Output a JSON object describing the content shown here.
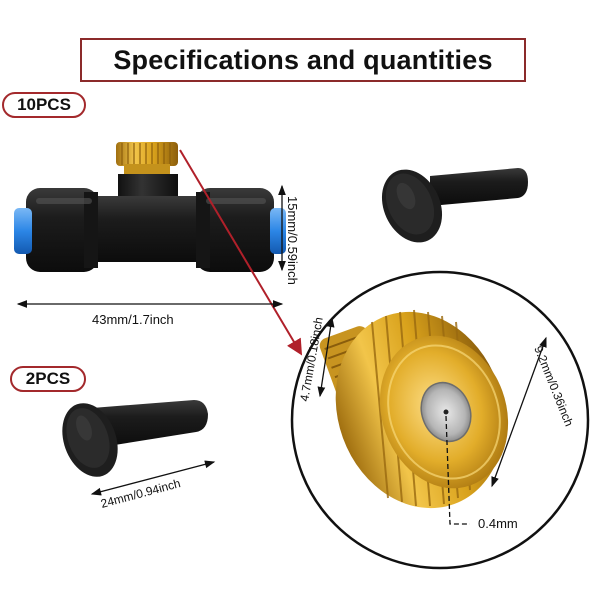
{
  "title": "Specifications and quantities",
  "badges": {
    "tee_count": "10PCS",
    "plug_count": "2PCS"
  },
  "dimensions": {
    "tee_height": "15mm/0.59inch",
    "tee_length": "43mm/1.7inch",
    "plug_length": "24mm/0.94inch",
    "nozzle_thread": "4.7mm/0.18inch",
    "nozzle_diameter": "9.2mm/0.36inch",
    "orifice": "0.4mm"
  },
  "colors": {
    "title_border": "#8b2a2a",
    "badge_border": "#a3292c",
    "arrow": "#b0202a",
    "brass": "#d9a21c",
    "fitting_black": "#1c1c1c",
    "tube_blue": "#2c86e6"
  }
}
